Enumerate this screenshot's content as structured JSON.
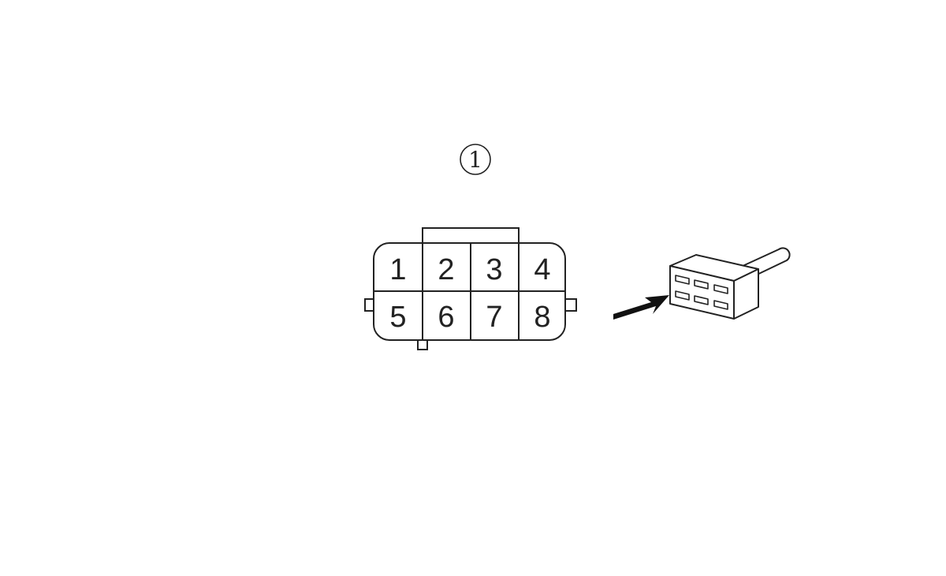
{
  "callout": {
    "label": "1"
  },
  "connector": {
    "pins": [
      {
        "number": "1"
      },
      {
        "number": "2"
      },
      {
        "number": "3"
      },
      {
        "number": "4"
      },
      {
        "number": "5"
      },
      {
        "number": "6"
      },
      {
        "number": "7"
      },
      {
        "number": "8"
      }
    ]
  },
  "icons": {
    "arrow": "arrow-icon",
    "plug": "connector-plug-icon"
  },
  "colors": {
    "stroke": "#222222",
    "background": "#ffffff"
  }
}
